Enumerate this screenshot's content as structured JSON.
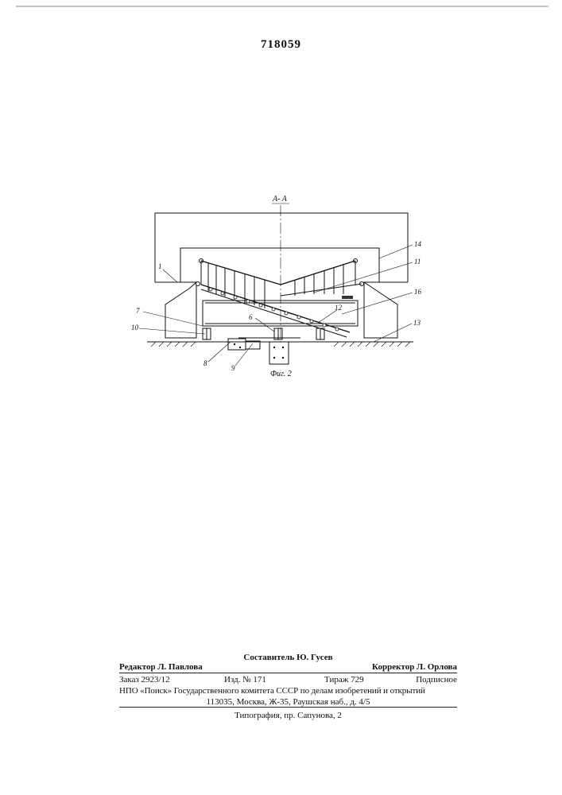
{
  "page_number": "718059",
  "figure": {
    "section_label": "A- A",
    "caption": "Фиг. 2",
    "callouts": {
      "n1": "1",
      "n7": "7",
      "n10": "10",
      "n8": "8",
      "n9": "9",
      "n6": "6",
      "n14": "14",
      "n11": "11",
      "n16": "16",
      "n12": "12",
      "n13": "13"
    }
  },
  "footer": {
    "editor": "Редактор Л. Павлова",
    "compiler": "Составитель Ю. Гусев",
    "corrector": "Корректор Л. Орлова",
    "order": "Заказ 2923/12",
    "edition": "Изд. № 171",
    "circulation": "Тираж 729",
    "subscription": "Подписное",
    "org_line1": "НПО «Поиск» Государственного комитета СССР по делам изобретений и открытий",
    "org_line2": "113035, Москва, Ж-35, Раушская наб., д. 4/5",
    "printer": "Типография, пр. Сапунова, 2"
  }
}
